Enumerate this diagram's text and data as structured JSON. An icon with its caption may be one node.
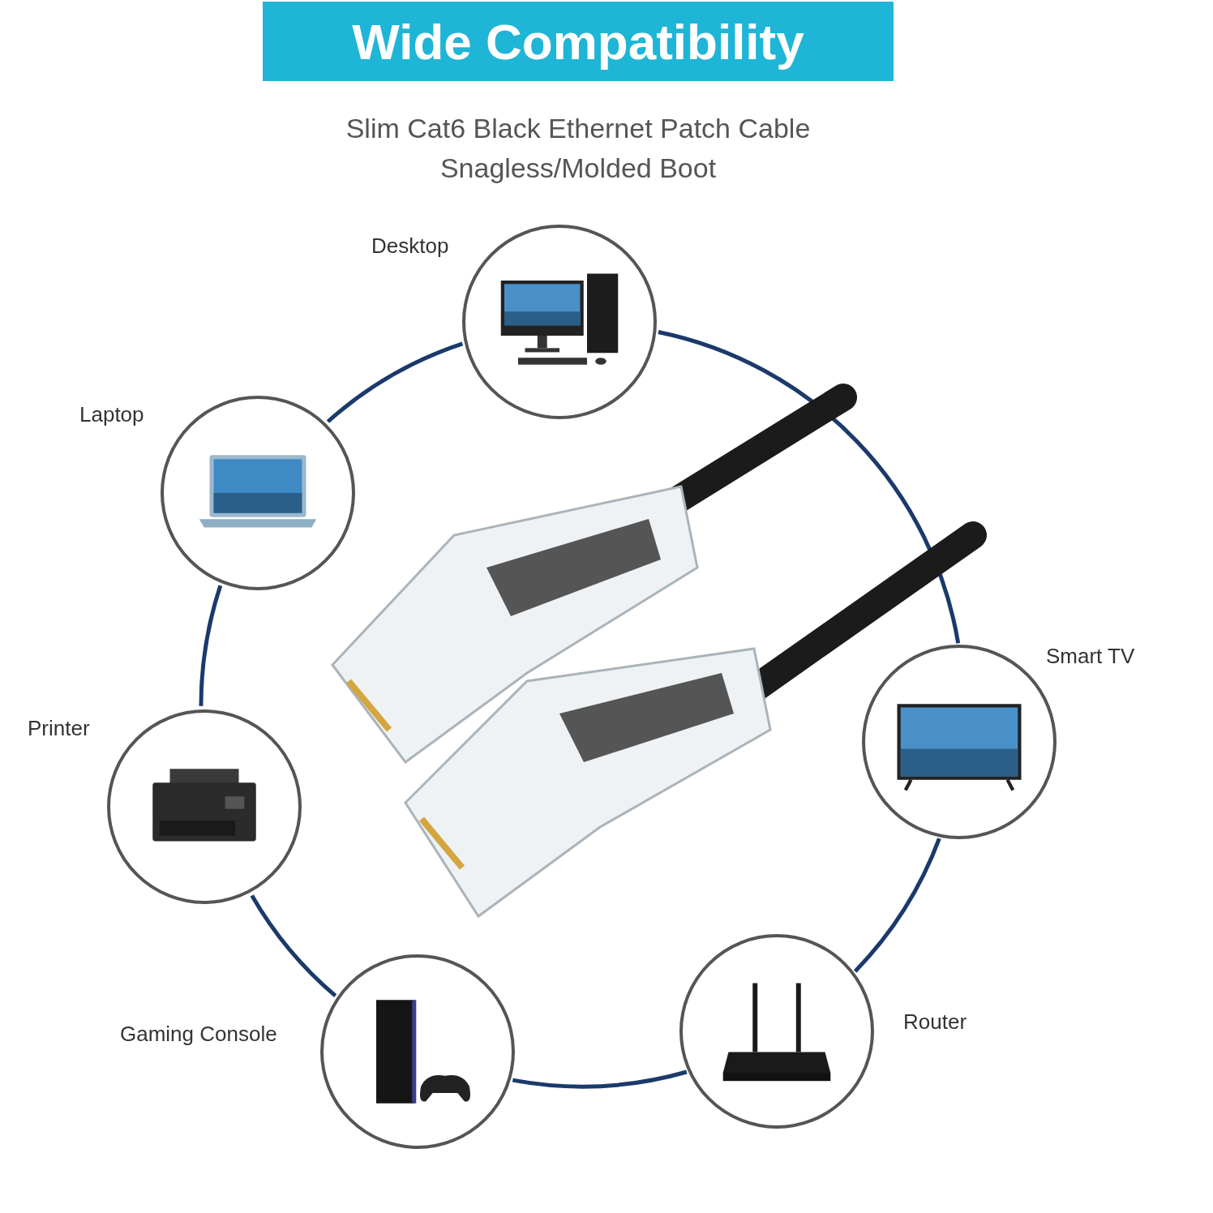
{
  "diagram": {
    "title": "Wide Compatibility",
    "nodes": [
      {
        "text": [
          "Desktop"
        ]
      },
      {
        "text": [
          "Laptop"
        ]
      },
      {
        "text": [
          "Printer"
        ]
      },
      {
        "text": [
          "Gaming Console"
        ]
      },
      {
        "text": [
          "Router"
        ]
      },
      {
        "text": [
          "Smart TV"
        ]
      }
    ],
    "edges": [
      {
        "from": 0,
        "to": 1,
        "arrow": "none"
      },
      {
        "from": 1,
        "to": 2,
        "arrow": "none"
      },
      {
        "from": 2,
        "to": 3,
        "arrow": "none"
      },
      {
        "from": 3,
        "to": 4,
        "arrow": "none"
      },
      {
        "from": 4,
        "to": 5,
        "arrow": "none"
      },
      {
        "from": 5,
        "to": 0,
        "arrow": "none"
      }
    ],
    "labels": [
      "Slim Cat6 Black Ethernet Patch Cable Snagless/Molded Boot"
    ]
  }
}
